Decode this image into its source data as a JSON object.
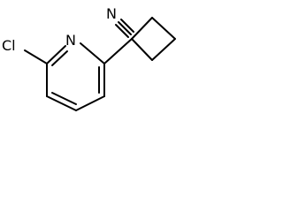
{
  "molecule": {
    "atoms": {
      "nitrogen_nitrile": "N",
      "nitrogen_ring": "N",
      "chlorine": "Cl"
    }
  },
  "colors": {
    "ink": "#000000",
    "background": "#ffffff"
  }
}
